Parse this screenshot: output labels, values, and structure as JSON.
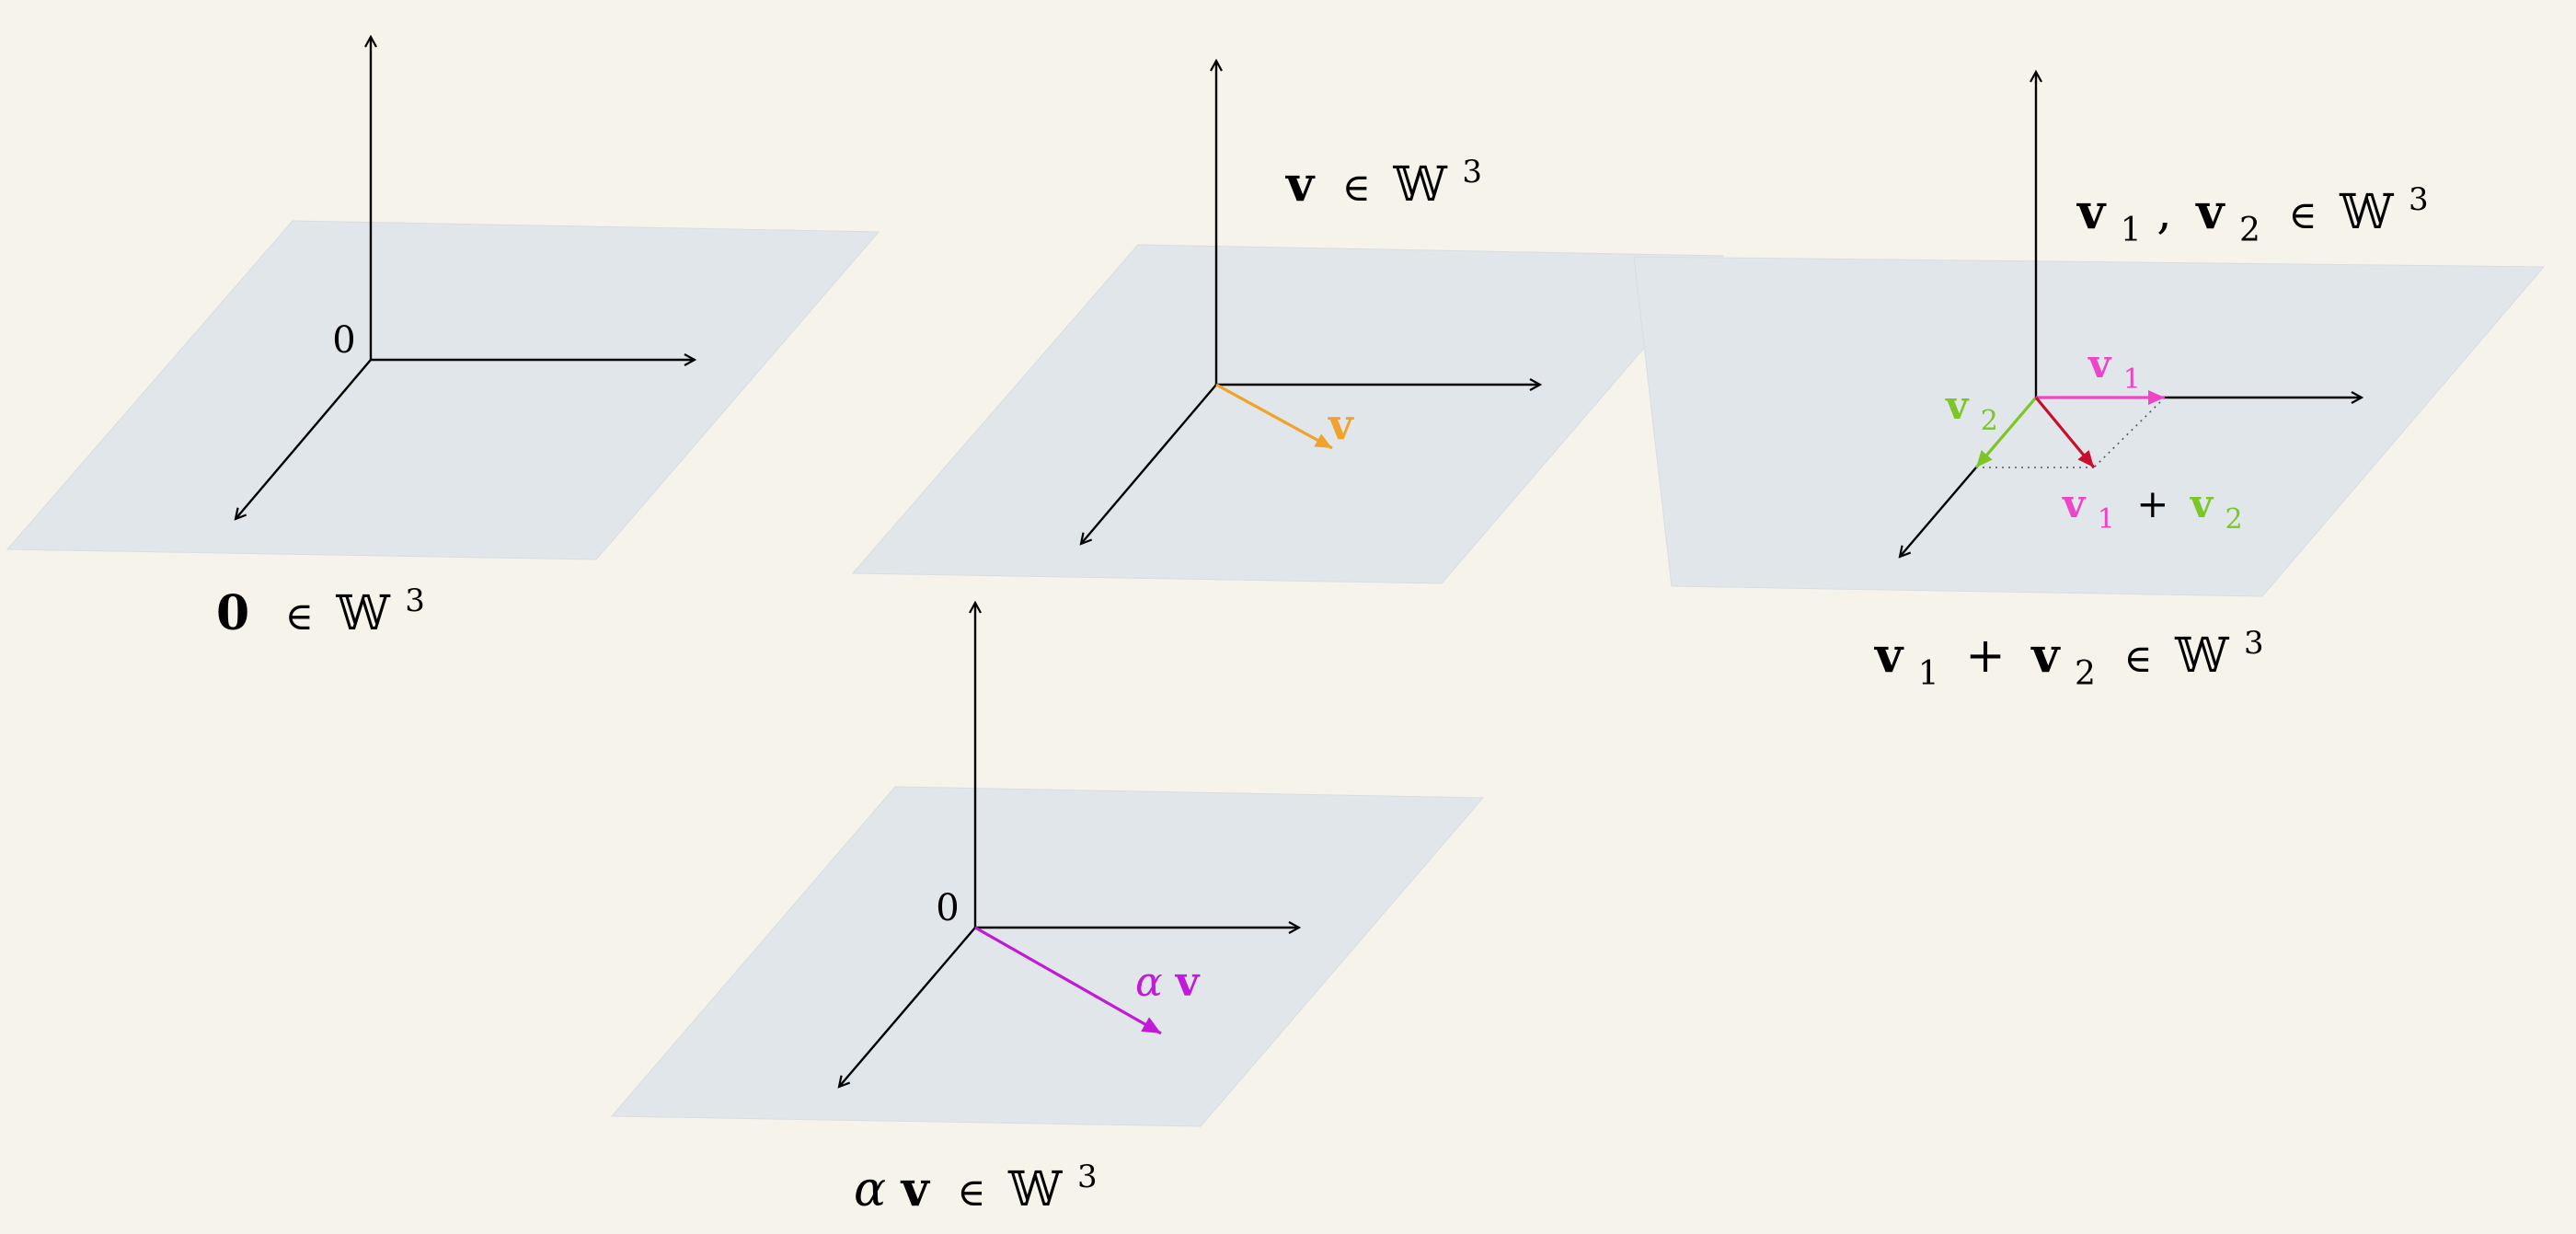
{
  "colors": {
    "background": "#f5f3ea",
    "plane": "#e1e6ea",
    "axis": "#000000",
    "v": "#f0a22a",
    "v1": "#ee44c8",
    "v2": "#7cc62a",
    "sum": "#c8102e",
    "scaled": "#c21ad8"
  },
  "panel_zero": {
    "origin_label": "0",
    "caption": {
      "vec": "0",
      "in": "∈",
      "space": "𝕎",
      "exp": "3"
    }
  },
  "panel_v": {
    "title": {
      "vec": "v",
      "in": "∈",
      "space": "𝕎",
      "exp": "3"
    },
    "vector_label": "v"
  },
  "panel_sum": {
    "title": {
      "v": "v",
      "sub1": "1",
      "comma": ",",
      "sub2": "2",
      "in": "∈",
      "space": "𝕎",
      "exp": "3"
    },
    "v1_label": {
      "v": "v",
      "sub": "1"
    },
    "v2_label": {
      "v": "v",
      "sub": "2"
    },
    "sum_label": {
      "v": "v",
      "sub1": "1",
      "plus": "+",
      "sub2": "2"
    },
    "caption": {
      "v": "v",
      "sub1": "1",
      "plus": "+",
      "sub2": "2",
      "in": "∈",
      "space": "𝕎",
      "exp": "3"
    }
  },
  "panel_scaled": {
    "origin_label": "0",
    "vector_label": {
      "alpha": "α",
      "v": "v"
    },
    "caption": {
      "alpha": "α",
      "v": "v",
      "in": "∈",
      "space": "𝕎",
      "exp": "3"
    }
  }
}
